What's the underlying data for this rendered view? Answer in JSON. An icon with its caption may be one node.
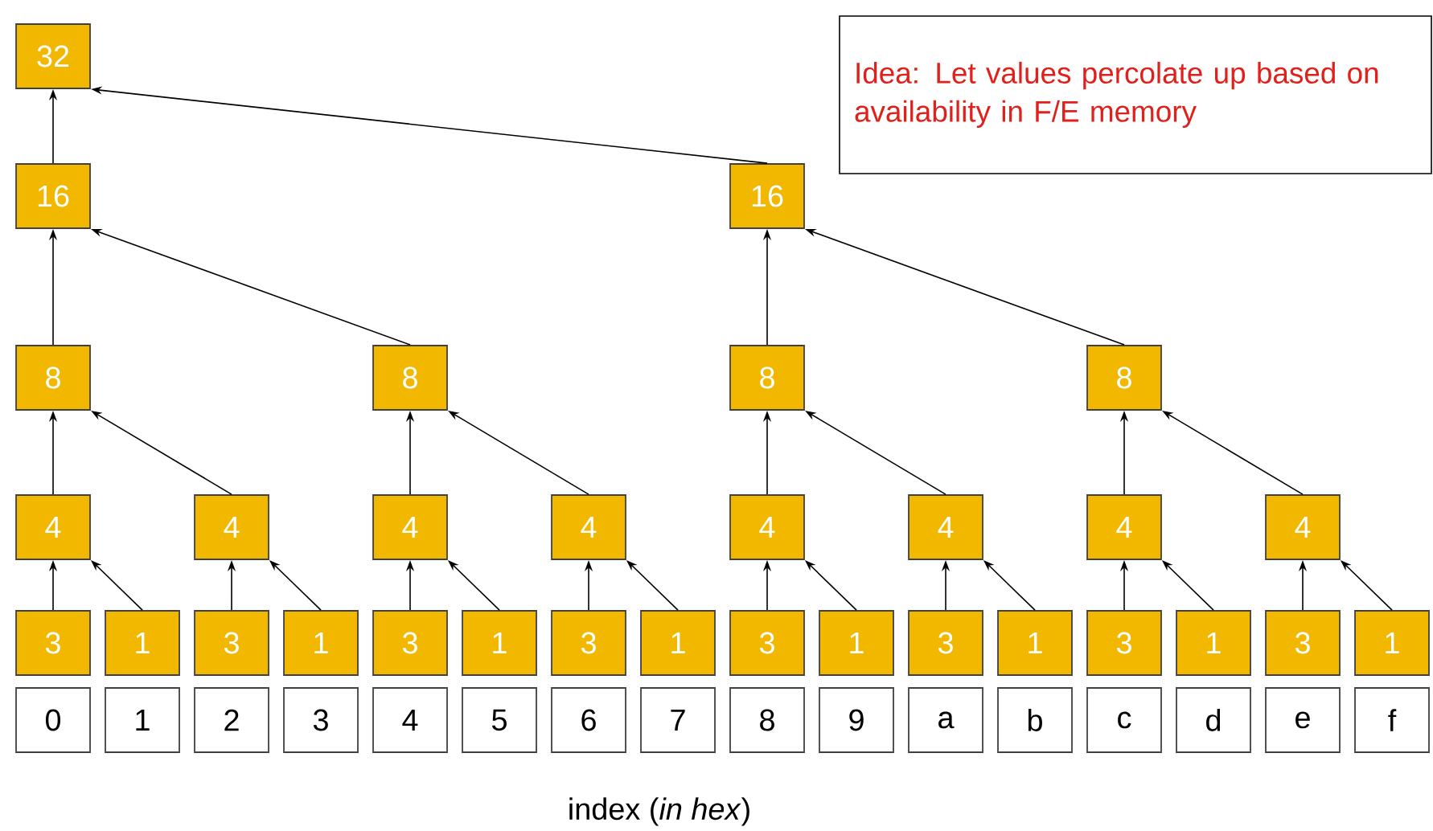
{
  "diagram": {
    "nodes": [
      {
        "text": [
          "32"
        ]
      },
      {
        "text": [
          "Idea: Let values percolate up based on availability in F/E memory"
        ]
      },
      {
        "text": [
          "16"
        ]
      },
      {
        "text": [
          "16"
        ]
      },
      {
        "text": [
          "8"
        ]
      },
      {
        "text": [
          "8"
        ]
      },
      {
        "text": [
          "8"
        ]
      },
      {
        "text": [
          "8"
        ]
      },
      {
        "text": [
          "4"
        ]
      },
      {
        "text": [
          "4"
        ]
      },
      {
        "text": [
          "4"
        ]
      },
      {
        "text": [
          "4"
        ]
      },
      {
        "text": [
          "4"
        ]
      },
      {
        "text": [
          "4"
        ]
      },
      {
        "text": [
          "4"
        ]
      },
      {
        "text": [
          "4"
        ]
      },
      {
        "text": [
          "3"
        ]
      },
      {
        "text": [
          "1"
        ]
      },
      {
        "text": [
          "3"
        ]
      },
      {
        "text": [
          "1"
        ]
      },
      {
        "text": [
          "3"
        ]
      },
      {
        "text": [
          "1"
        ]
      },
      {
        "text": [
          "3"
        ]
      },
      {
        "text": [
          "1"
        ]
      },
      {
        "text": [
          "3"
        ]
      },
      {
        "text": [
          "1"
        ]
      },
      {
        "text": [
          "3"
        ]
      },
      {
        "text": [
          "1"
        ]
      },
      {
        "text": [
          "3"
        ]
      },
      {
        "text": [
          "1"
        ]
      },
      {
        "text": [
          "3"
        ]
      },
      {
        "text": [
          "1"
        ]
      },
      {
        "text": [
          "0"
        ]
      },
      {
        "text": [
          "1"
        ]
      },
      {
        "text": [
          "2"
        ]
      },
      {
        "text": [
          "3"
        ]
      },
      {
        "text": [
          "4"
        ]
      },
      {
        "text": [
          "5"
        ]
      },
      {
        "text": [
          "6"
        ]
      },
      {
        "text": [
          "7"
        ]
      },
      {
        "text": [
          "8"
        ]
      },
      {
        "text": [
          "9"
        ]
      },
      {
        "text": [
          "a"
        ]
      },
      {
        "text": [
          "b"
        ]
      },
      {
        "text": [
          "c"
        ]
      },
      {
        "text": [
          "d"
        ]
      },
      {
        "text": [
          "e"
        ]
      },
      {
        "text": [
          "f"
        ]
      }
    ],
    "edges": [
      {
        "from": 2,
        "to": 0,
        "arrow": "to"
      },
      {
        "from": 3,
        "to": 0,
        "arrow": "to"
      },
      {
        "from": 4,
        "to": 2,
        "arrow": "to"
      },
      {
        "from": 5,
        "to": 2,
        "arrow": "to"
      },
      {
        "from": 6,
        "to": 3,
        "arrow": "to"
      },
      {
        "from": 7,
        "to": 3,
        "arrow": "to"
      },
      {
        "from": 8,
        "to": 4,
        "arrow": "to"
      },
      {
        "from": 9,
        "to": 4,
        "arrow": "to"
      },
      {
        "from": 10,
        "to": 5,
        "arrow": "to"
      },
      {
        "from": 11,
        "to": 5,
        "arrow": "to"
      },
      {
        "from": 12,
        "to": 6,
        "arrow": "to"
      },
      {
        "from": 13,
        "to": 6,
        "arrow": "to"
      },
      {
        "from": 14,
        "to": 7,
        "arrow": "to"
      },
      {
        "from": 15,
        "to": 7,
        "arrow": "to"
      },
      {
        "from": 16,
        "to": 8,
        "arrow": "to"
      },
      {
        "from": 17,
        "to": 8,
        "arrow": "to"
      },
      {
        "from": 18,
        "to": 9,
        "arrow": "to"
      },
      {
        "from": 19,
        "to": 9,
        "arrow": "to"
      },
      {
        "from": 20,
        "to": 10,
        "arrow": "to"
      },
      {
        "from": 21,
        "to": 10,
        "arrow": "to"
      },
      {
        "from": 22,
        "to": 11,
        "arrow": "to"
      },
      {
        "from": 23,
        "to": 11,
        "arrow": "to"
      },
      {
        "from": 24,
        "to": 12,
        "arrow": "to"
      },
      {
        "from": 25,
        "to": 12,
        "arrow": "to"
      },
      {
        "from": 26,
        "to": 13,
        "arrow": "to"
      },
      {
        "from": 27,
        "to": 13,
        "arrow": "to"
      },
      {
        "from": 28,
        "to": 14,
        "arrow": "to"
      },
      {
        "from": 29,
        "to": 14,
        "arrow": "to"
      },
      {
        "from": 30,
        "to": 15,
        "arrow": "to"
      },
      {
        "from": 31,
        "to": 15,
        "arrow": "to"
      }
    ],
    "labels": [
      "index (*in hex*)"
    ]
  }
}
